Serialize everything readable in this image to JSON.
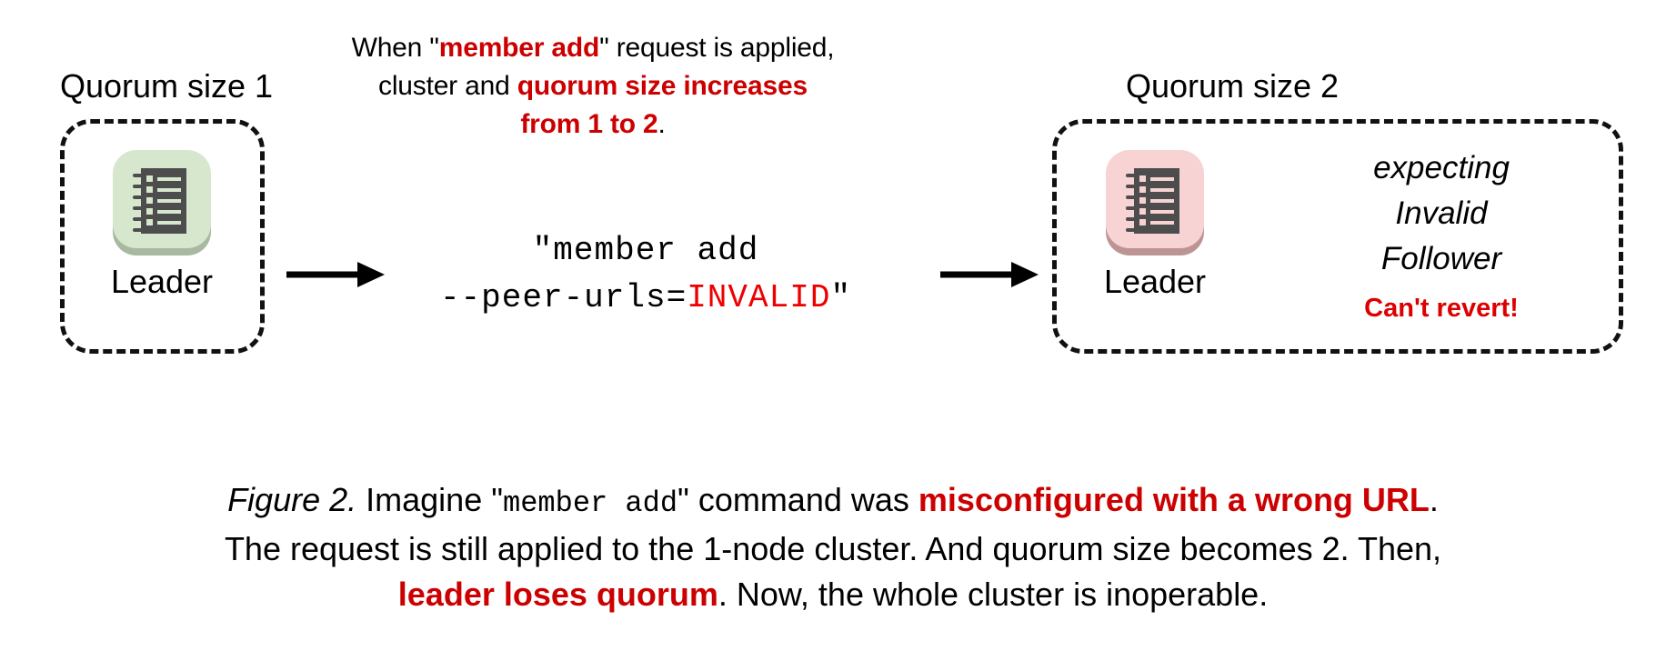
{
  "figure": {
    "colors": {
      "accent_red": "#cc0000",
      "invalid_red": "#ee0000",
      "warning_red": "#dd0000",
      "leader_ok_tile": "#d6e7cd",
      "leader_bad_tile": "#f7d3d3",
      "icon_body": "#4d4d4d",
      "text": "#000000",
      "background": "#ffffff"
    },
    "top_caption": {
      "line1_part1": "When \"",
      "line1_emphasis": "member add",
      "line1_part2": "\" request is applied,",
      "line2_part1": "cluster and ",
      "line2_emphasis": "quorum size increases",
      "line3_emphasis": "from 1 to 2",
      "line3_part2": "."
    },
    "left_cluster": {
      "title": "Quorum size 1",
      "node_label": "Leader",
      "icon_name": "ledger-node-icon"
    },
    "right_cluster": {
      "title": "Quorum size 2",
      "node_label": "Leader",
      "icon_name": "ledger-node-icon",
      "status_lines": [
        "expecting",
        "Invalid",
        "Follower"
      ],
      "warning": "Can't revert!"
    },
    "command": {
      "line1": "\"member add",
      "line2_prefix": "--peer-urls=",
      "line2_invalid": "INVALID",
      "line2_suffix": "\""
    },
    "arrows": {
      "arrow1_name": "apply-request-arrow",
      "arrow2_name": "resulting-state-arrow"
    },
    "figure_caption": {
      "label": "Figure 2.",
      "seg1": " Imagine \"",
      "mono1": "member add",
      "seg2": "\" command was ",
      "emphasis1": "misconfigured with a wrong URL",
      "seg3": ".",
      "line2": "The request is still applied to the 1-node cluster. And quorum size becomes 2. Then,",
      "emphasis2": "leader loses quorum",
      "seg4": ". Now, the whole cluster is inoperable."
    }
  }
}
